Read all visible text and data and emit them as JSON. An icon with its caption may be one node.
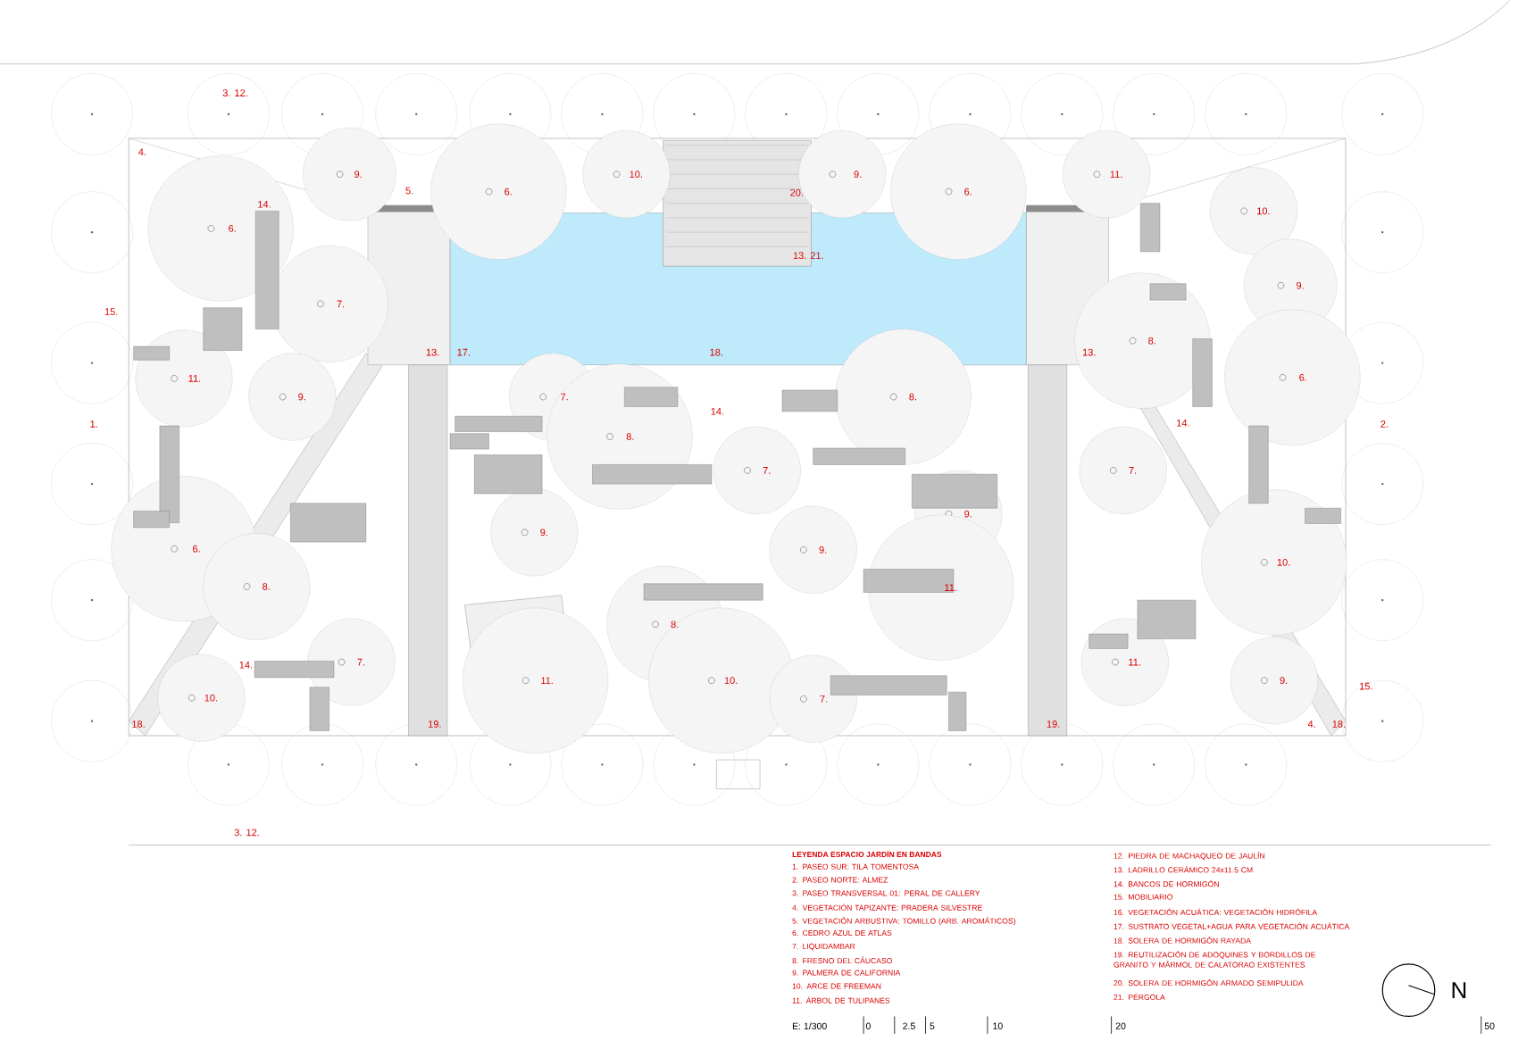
{
  "diagram": {
    "title": "LEYENDA ESPACIO JARDÍN EN BANDAS",
    "labels": [
      "3. 12.",
      "4.",
      "9.",
      "5.",
      "6.",
      "10.",
      "9.",
      "6.",
      "11.",
      "20.",
      "14.",
      "10.",
      "6.",
      "13. 21.",
      "9.",
      "7.",
      "15.",
      "8.",
      "13.",
      "17.",
      "18.",
      "13.",
      "11.",
      "6.",
      "9.",
      "7.",
      "8.",
      "1.",
      "14.",
      "14.",
      "2.",
      "8.",
      "7.",
      "7.",
      "9.",
      "9.",
      "6.",
      "9.",
      "10.",
      "8.",
      "11.",
      "8.",
      "14.",
      "7.",
      "11.",
      "11.",
      "10.",
      "9.",
      "10.",
      "7.",
      "15.",
      "18.",
      "19.",
      "19.",
      "4.",
      "18.",
      "3. 12.",
      "E: 1/300",
      "0",
      "2.5",
      "5",
      "10",
      "20",
      "50",
      "N"
    ],
    "legend": [
      {
        "text": "1. PASEO SUR: TILA TOMENTOSA"
      },
      {
        "text": "2. PASEO NORTE: ALMEZ"
      },
      {
        "text": "3. PASEO TRANSVERSAL 01: PERAL DE CALLERY"
      },
      {
        "text": "4. VEGETACIÓN TAPIZANTE: PRADERA SILVESTRE"
      },
      {
        "text": "5. VEGETACIÓN ARBUSTIVA: TOMILLO (ARB. AROMÁTICOS)"
      },
      {
        "text": "6. CEDRO AZUL DE ATLAS"
      },
      {
        "text": "7. LIQUIDAMBAR"
      },
      {
        "text": "8. FRESNO DEL CÁUCASO"
      },
      {
        "text": "9. PALMERA DE CALIFORNIA"
      },
      {
        "text": "10. ARCE DE FREEMAN"
      },
      {
        "text": "11. ÁRBOL DE TULIPANES"
      },
      {
        "text": "12. PIEDRA DE MACHAQUEO DE JAULÍN"
      },
      {
        "text": "13. LADRILLO CERÁMICO 24x11.5 CM"
      },
      {
        "text": "14. BANCOS DE HORMIGÓN"
      },
      {
        "text": "15. MOBILIARIO"
      },
      {
        "text": "16. VEGETACIÓN ACUÁTICA: VEGETACIÓN HIDRÓFILA"
      },
      {
        "text": "17. SUSTRATO VEGETAL+AGUA PARA VEGETACIÓN ACUÁTICA"
      },
      {
        "text": "18. SOLERA DE HORMIGÓN RAYADA"
      },
      {
        "text": "19. REUTILIZACIÓN DE ADOQUINES Y BORDILLOS DE GRANITO Y MÁRMOL DE CALATORAO EXISTENTES"
      },
      {
        "text": "20. SOLERA DE HORMIGÓN ARMADO SEMIPULIDA"
      },
      {
        "text": "21. PÉRGOLA"
      }
    ]
  }
}
